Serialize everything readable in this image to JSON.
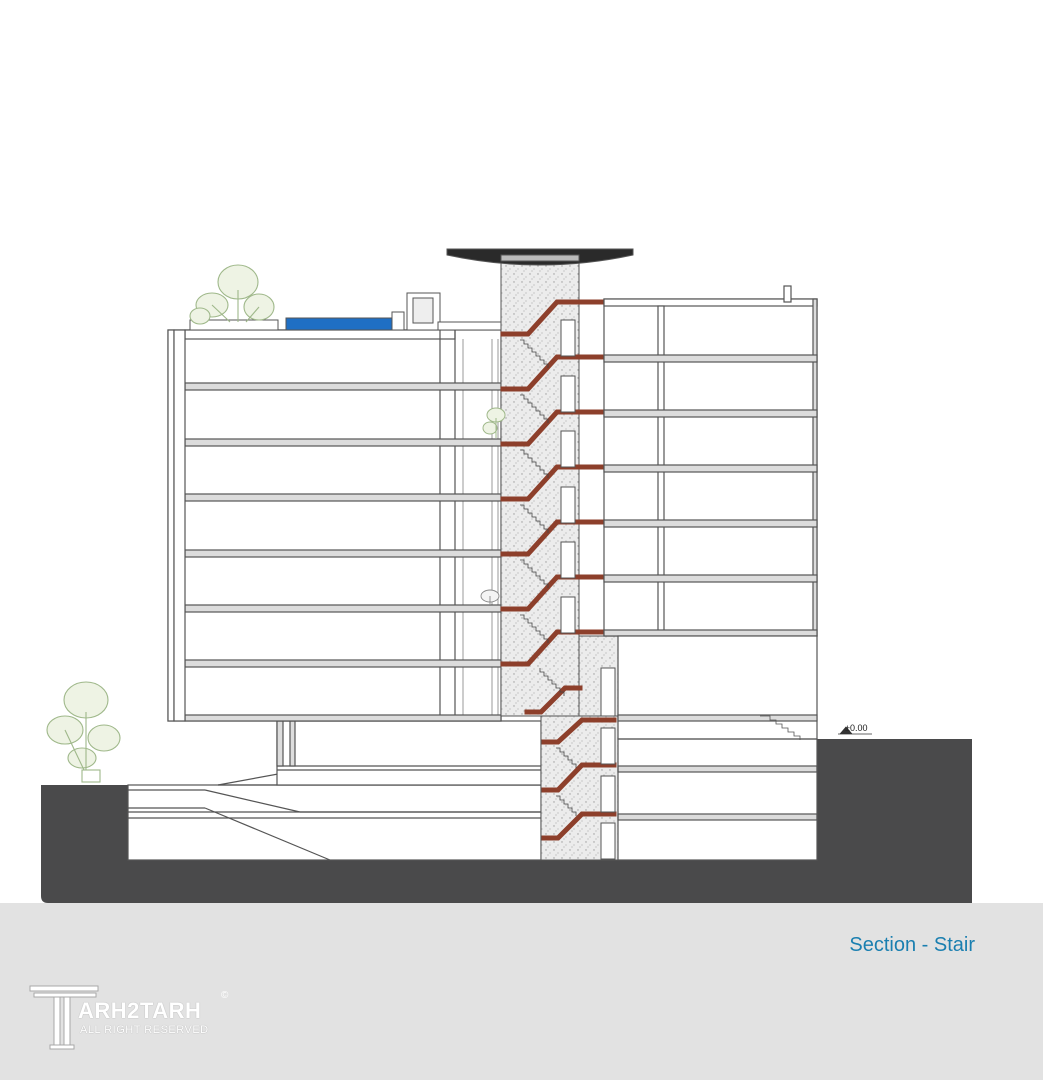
{
  "drawing": {
    "title": "Section - Stair",
    "level_label": "±0.00",
    "colors": {
      "ground": "#4a4a4b",
      "background_band": "#e2e2e2",
      "title": "#1a7fb0",
      "stair": "#8d3f2b",
      "pool": "#1f6fc4",
      "structure": "#555555"
    },
    "icons": [
      "plant-icon",
      "pool",
      "canopy"
    ]
  },
  "logo": {
    "name": "ARH2TARH",
    "copyright": "©",
    "rights": "ALL RIGHT RESERVED"
  }
}
